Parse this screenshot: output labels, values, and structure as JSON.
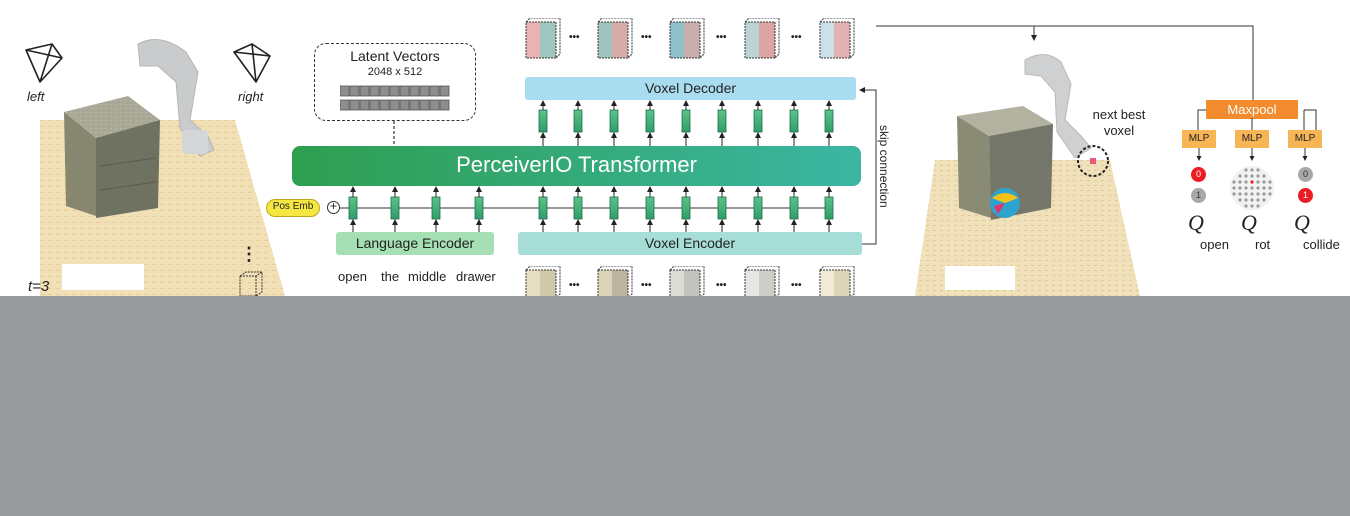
{
  "colors": {
    "background_band": "#9a9b9d",
    "transformer_green": "#2e9e4f",
    "transformer_teal": "#3bb6a3",
    "voxel_decoder": "#a8dcee",
    "voxel_encoder": "#a6ddd7",
    "language_encoder": "#a6dfb4",
    "pos_emb": "#f5e642",
    "maxpool": "#f28c2e",
    "mlp": "#f7b556",
    "active_red": "#ec1c24",
    "inactive_gray": "#a8a8a8"
  },
  "left_panel": {
    "camera_left_label": "left",
    "camera_right_label": "right",
    "camera_icon": "camera-frustum-icon",
    "timestep_label": "t=3",
    "ellipsis": "⋮"
  },
  "latent": {
    "title": "Latent Vectors",
    "size": "2048 x 512"
  },
  "transformer": {
    "label": "PerceiverIO Transformer"
  },
  "voxel_decoder": {
    "label": "Voxel Decoder"
  },
  "voxel_encoder": {
    "label": "Voxel Encoder"
  },
  "language_encoder": {
    "label": "Language Encoder"
  },
  "pos_emb": {
    "label": "Pos Emb",
    "plus": "+"
  },
  "skip_connection": {
    "label": "skip connection"
  },
  "instruction_words": [
    "open",
    "the",
    "middle",
    "drawer"
  ],
  "dots": "•••",
  "right_panel": {
    "next_best_voxel": "next best voxel"
  },
  "heads": {
    "maxpool_label": "Maxpool",
    "mlp_label": "MLP",
    "q_symbol": "Q",
    "open_label": "open",
    "rot_label": "rot",
    "collide_label": "collide",
    "open_values": [
      "0",
      "1"
    ],
    "collide_values": [
      "0",
      "1"
    ]
  }
}
